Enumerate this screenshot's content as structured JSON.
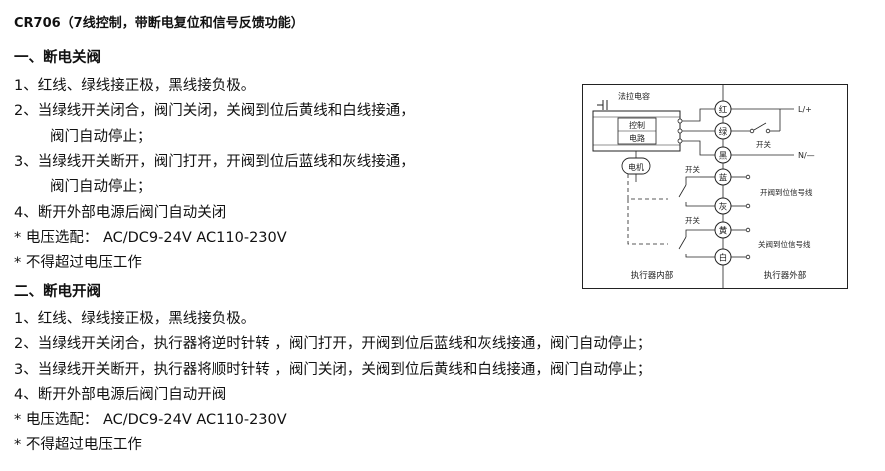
{
  "title": "CR706（7线控制，带断电复位和信号反馈功能）",
  "section1": {
    "heading": "一、断电关阀",
    "lines": [
      "1、红线、绿线接正极，黑线接负极。",
      "2、当绿线开关闭合，阀门关闭，关阀到位后黄线和白线接通，",
      "阀门自动停止；",
      "3、当绿线开关断开，阀门打开，开阀到位后蓝线和灰线接通，",
      "阀门自动停止；",
      "4、断开外部电源后阀门自动关闭",
      "* 电压选配：  AC/DC9-24V  AC110-230V",
      "* 不得超过电压工作"
    ]
  },
  "section2": {
    "heading": "二、断电开阀",
    "lines": [
      "1、红线、绿线接正极，黑线接负极。",
      "2、当绿线开关闭合，执行器将逆时针转 ，阀门打开，开阀到位后蓝线和灰线接通，阀门自动停止；",
      "3、当绿线开关断开，执行器将顺时针转 ，阀门关闭，关阀到位后黄线和白线接通，阀门自动停止；",
      "4、断开外部电源后阀门自动开阀",
      "* 电压选配：  AC/DC9-24V   AC110-230V",
      "* 不得超过电压工作"
    ]
  },
  "diagram": {
    "capacitor_label": "法拉电容",
    "control_label": "控制",
    "circuit_label": "电路",
    "motor_label": "电机",
    "wires": [
      "红",
      "绿",
      "黑",
      "蓝",
      "灰",
      "黄",
      "白"
    ],
    "positive_label": "L/+",
    "negative_label": "N/—",
    "switch_label": "开关",
    "switch_label_2": "开关",
    "switch_label_3": "开关",
    "open_signal_label": "开阀到位信号线",
    "close_signal_label": "关阀到位信号线",
    "inside_label": "执行器内部",
    "outside_label": "执行器外部"
  }
}
